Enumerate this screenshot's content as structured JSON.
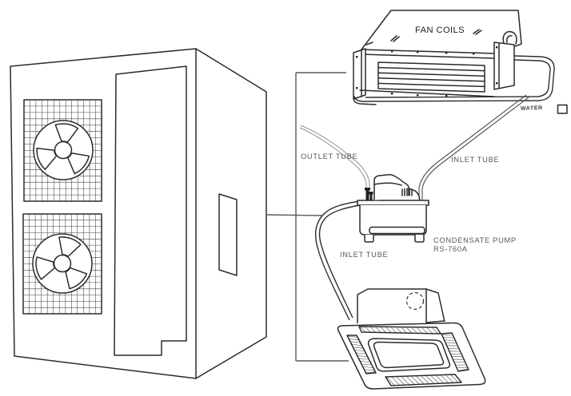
{
  "diagram": {
    "background": "#ffffff",
    "stroke_color": "#2b2b2b",
    "connector_color": "#5a5a5a",
    "label_color": "#575757",
    "labels": {
      "fan_coils": "FAN COILS",
      "outlet_tube": "OUTLET TUBE",
      "inlet_tube_upper": "INLET TUBE",
      "inlet_tube_lower": "INLET TUBE",
      "pump_name": "CONDENSATE PUMP",
      "pump_model": "RS-760A",
      "water": "WATER"
    }
  }
}
